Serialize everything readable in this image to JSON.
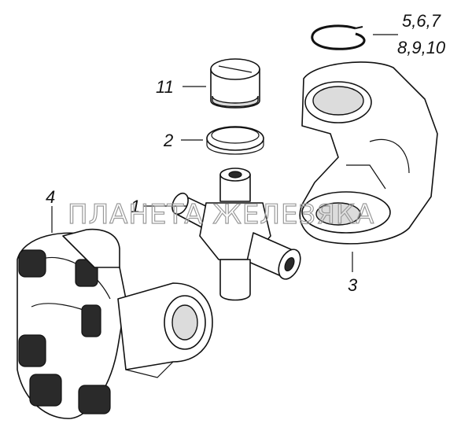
{
  "diagram": {
    "callouts": [
      {
        "id": "c1",
        "text": "1"
      },
      {
        "id": "c2",
        "text": "2"
      },
      {
        "id": "c3",
        "text": "3"
      },
      {
        "id": "c4",
        "text": "4"
      },
      {
        "id": "c11",
        "text": "11"
      },
      {
        "id": "c5a",
        "text": "5,6,7"
      },
      {
        "id": "c5b",
        "text": "8,9,10"
      }
    ],
    "watermark": "ПЛАНЕТА ЖЕЛЕЗЯКА"
  }
}
